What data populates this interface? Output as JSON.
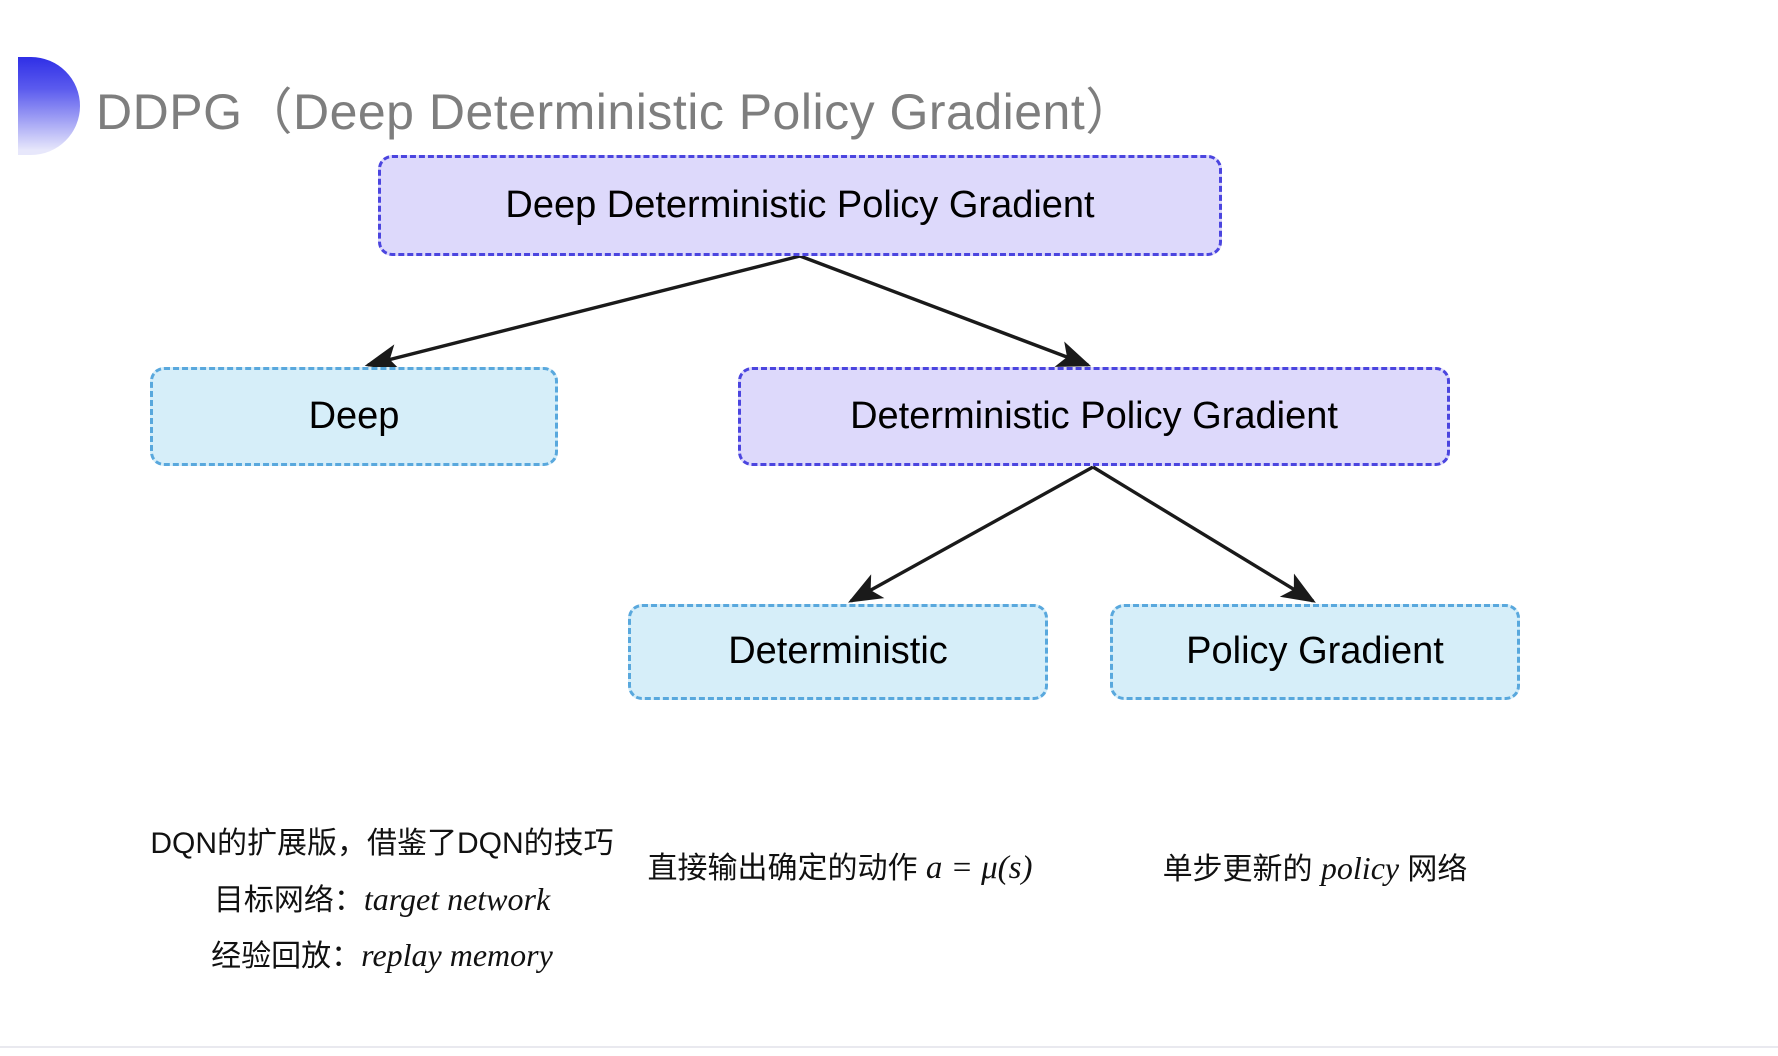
{
  "slide": {
    "title": "DDPG（Deep Deterministic Policy Gradient）",
    "background_color": "#ffffff",
    "bullet_icon": "gradient-half-circle-icon",
    "accent_colors": {
      "title_text": "#7e7e7e",
      "purple_fill": "#ddd9fb",
      "purple_border": "#4b45df",
      "blue_fill": "#d6eef9",
      "blue_border": "#59a8dd",
      "arrow": "#1a1a1a"
    }
  },
  "diagram": {
    "type": "tree",
    "nodes": [
      {
        "id": "root",
        "label": "Deep Deterministic Policy Gradient",
        "style": "purple"
      },
      {
        "id": "deep",
        "label": "Deep",
        "style": "blue"
      },
      {
        "id": "dpg",
        "label": "Deterministic Policy Gradient",
        "style": "purple"
      },
      {
        "id": "deterministic",
        "label": "Deterministic",
        "style": "blue"
      },
      {
        "id": "policy_gradient",
        "label": "Policy Gradient",
        "style": "blue"
      }
    ],
    "edges": [
      {
        "from": "root",
        "to": "deep"
      },
      {
        "from": "root",
        "to": "dpg"
      },
      {
        "from": "dpg",
        "to": "deterministic"
      },
      {
        "from": "dpg",
        "to": "policy_gradient"
      }
    ]
  },
  "captions": {
    "deep": {
      "line1": "DQN的扩展版，借鉴了DQN的技巧",
      "line2_label": "目标网络：",
      "line2_term": "target network",
      "line3_label": "经验回放：",
      "line3_term": "replay memory"
    },
    "deterministic": {
      "line1": "直接输出确定的动作",
      "formula": "a = μ(s)"
    },
    "policy_gradient": {
      "line1": "单步更新的",
      "line2_term": "policy",
      "line2_suffix": " 网络"
    }
  }
}
